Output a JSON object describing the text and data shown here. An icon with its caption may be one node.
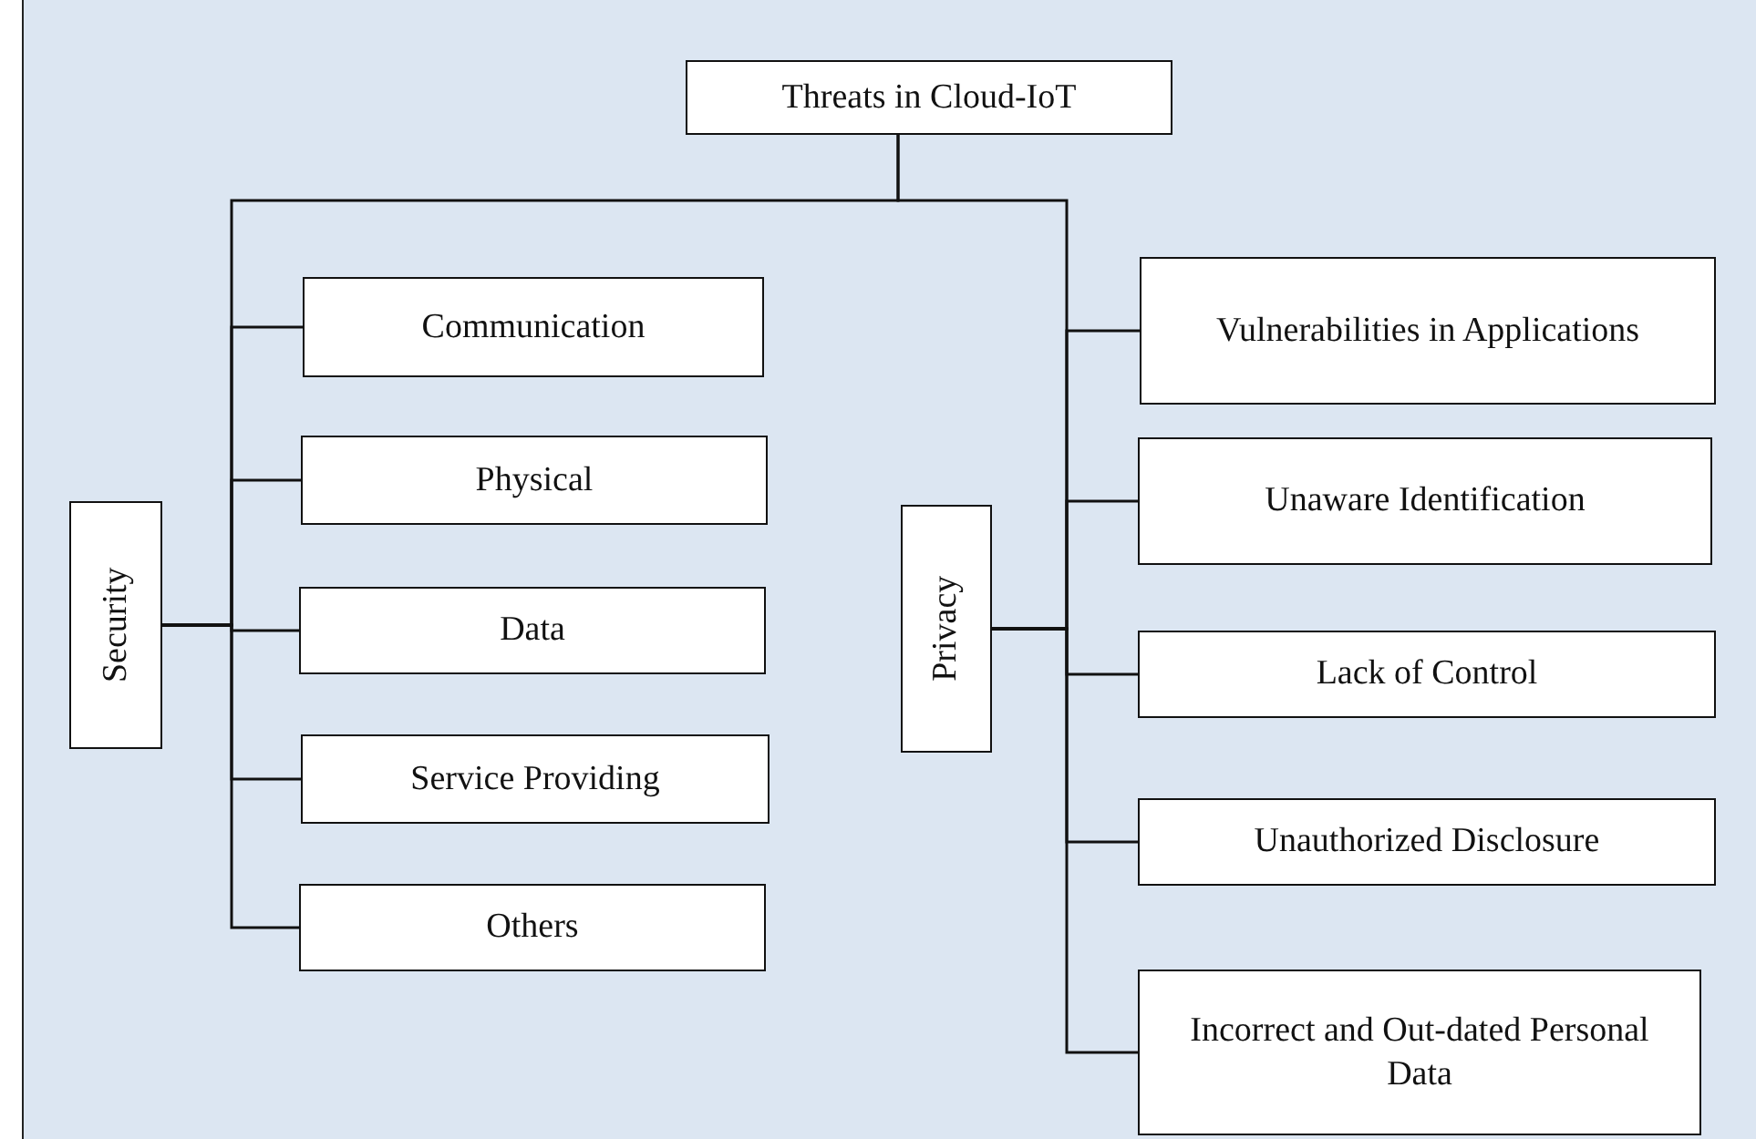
{
  "diagram": {
    "nodes": [
      {
        "text": [
          "Threats in Cloud-IoT"
        ]
      },
      {
        "text": [
          "Security"
        ]
      },
      {
        "text": [
          "Communication"
        ]
      },
      {
        "text": [
          "Physical"
        ]
      },
      {
        "text": [
          "Data"
        ]
      },
      {
        "text": [
          "Service Providing"
        ]
      },
      {
        "text": [
          "Others"
        ]
      },
      {
        "text": [
          "Privacy"
        ]
      },
      {
        "text": [
          "Vulnerabilities in Applications"
        ]
      },
      {
        "text": [
          "Unaware Identification"
        ]
      },
      {
        "text": [
          "Lack of Control"
        ]
      },
      {
        "text": [
          "Unauthorized Disclosure"
        ]
      },
      {
        "text": [
          "Incorrect and Out-dated Personal Data"
        ]
      }
    ],
    "edges": [
      {
        "from": 0,
        "to": 1,
        "arrow": "none"
      },
      {
        "from": 0,
        "to": 7,
        "arrow": "none"
      },
      {
        "from": 1,
        "to": 2,
        "arrow": "none"
      },
      {
        "from": 1,
        "to": 3,
        "arrow": "none"
      },
      {
        "from": 1,
        "to": 4,
        "arrow": "none"
      },
      {
        "from": 1,
        "to": 5,
        "arrow": "none"
      },
      {
        "from": 1,
        "to": 6,
        "arrow": "none"
      },
      {
        "from": 7,
        "to": 8,
        "arrow": "none"
      },
      {
        "from": 7,
        "to": 9,
        "arrow": "none"
      },
      {
        "from": 7,
        "to": 10,
        "arrow": "none"
      },
      {
        "from": 7,
        "to": 11,
        "arrow": "none"
      },
      {
        "from": 7,
        "to": 12,
        "arrow": "none"
      }
    ]
  }
}
